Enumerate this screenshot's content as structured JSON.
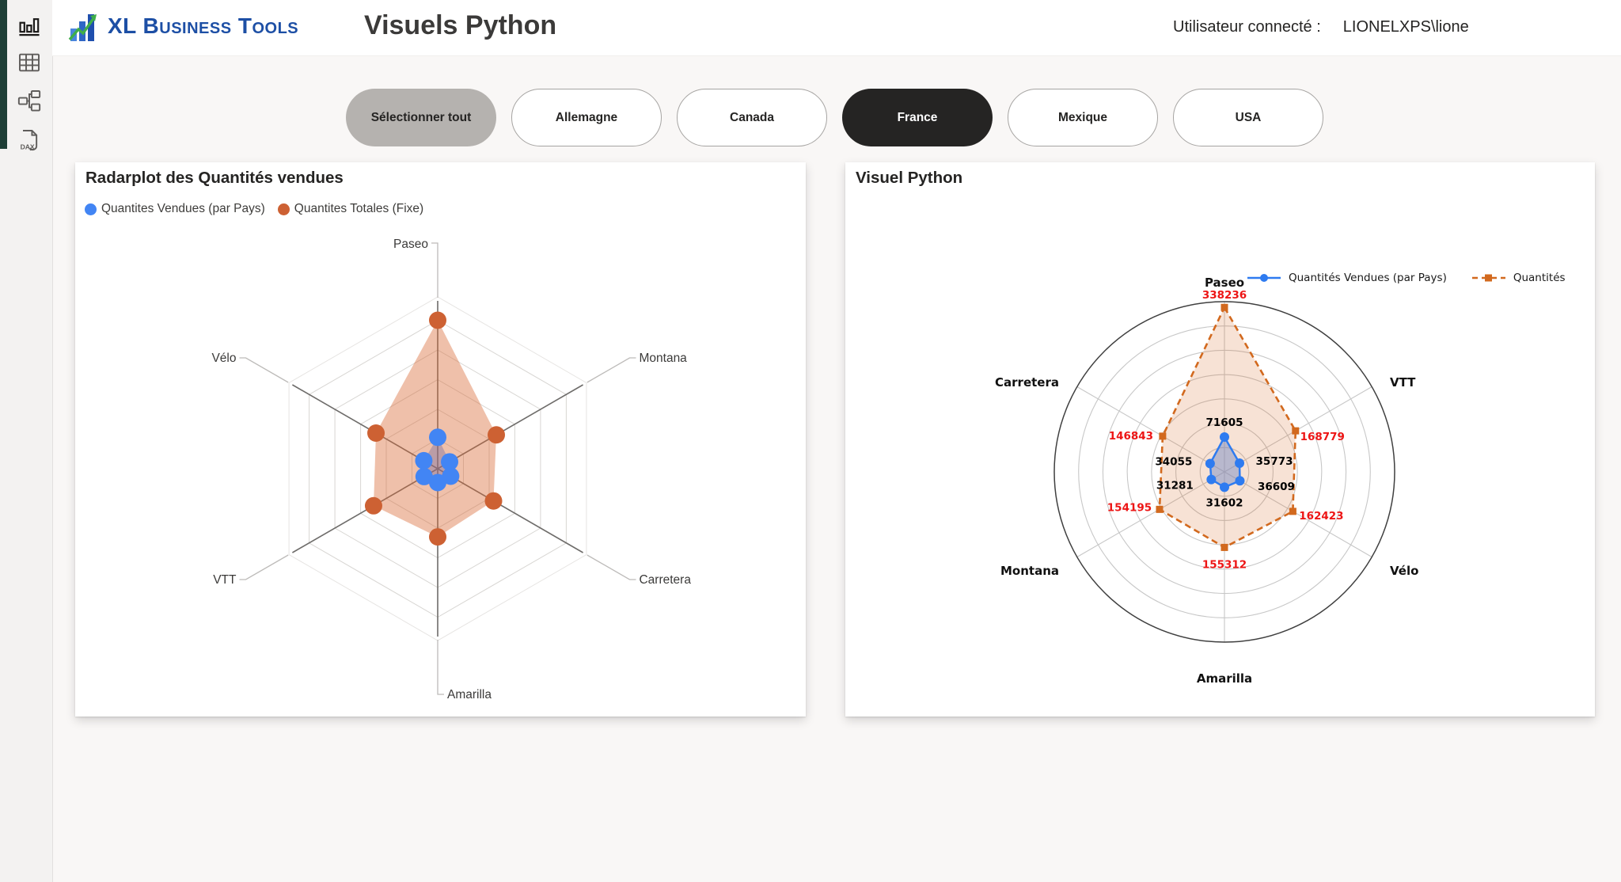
{
  "sidebar": {
    "icons": [
      {
        "name": "report-view",
        "selected": true
      },
      {
        "name": "data-view",
        "selected": false
      },
      {
        "name": "model-view",
        "selected": false
      },
      {
        "name": "dax-query-view",
        "selected": false
      }
    ],
    "dax_icon_text": "DAX"
  },
  "header": {
    "logo_text": "XL Business Tools",
    "title": "Visuels Python",
    "user_label": "Utilisateur connecté :",
    "user_value": "LIONELXPS\\lione",
    "logo_color": "#1d4fa5"
  },
  "filters": {
    "active": "France",
    "buttons": [
      {
        "label": "Sélectionner tout",
        "variant": "gray"
      },
      {
        "label": "Allemagne",
        "variant": "default"
      },
      {
        "label": "Canada",
        "variant": "default"
      },
      {
        "label": "France",
        "variant": "dark"
      },
      {
        "label": "Mexique",
        "variant": "default"
      },
      {
        "label": "USA",
        "variant": "default"
      }
    ]
  },
  "chart_data": [
    {
      "type": "radar",
      "title": "Radarplot des Quantités vendues",
      "grid": "polygon",
      "legend_position": "top-left",
      "categories": [
        "Paseo",
        "Montana",
        "Carretera",
        "Amarilla",
        "VTT",
        "Vélo"
      ],
      "rmax": 338236,
      "rings": 5,
      "series": [
        {
          "name": "Quantites Vendues (par Pays)",
          "color": "#4285f4",
          "values": [
            71605,
            31281,
            34055,
            31602,
            35773,
            36609
          ]
        },
        {
          "name": "Quantites Totales (Fixe)",
          "color": "#cd6133",
          "values": [
            338236,
            154195,
            146843,
            155312,
            168779,
            162423
          ]
        }
      ]
    },
    {
      "type": "radar",
      "title": "Visuel Python",
      "grid": "circle",
      "legend_position": "top",
      "categories": [
        "Paseo",
        "VTT",
        "Vélo",
        "Amarilla",
        "Montana",
        "Carretera"
      ],
      "rmax": 350000,
      "ring_step": 50000,
      "series": [
        {
          "name": "Quantités Vendues (par Pays)",
          "color": "#2e7bf0",
          "marker": "circle",
          "line": "solid",
          "value_label_color": "#000000",
          "values": [
            71605,
            35773,
            36609,
            31602,
            31281,
            34055
          ]
        },
        {
          "name": "Quantités",
          "color": "#d2691e",
          "marker": "square",
          "line": "dashed",
          "value_label_color": "#ed1515",
          "values": [
            338236,
            168779,
            162423,
            155312,
            154195,
            146843
          ]
        }
      ]
    }
  ]
}
